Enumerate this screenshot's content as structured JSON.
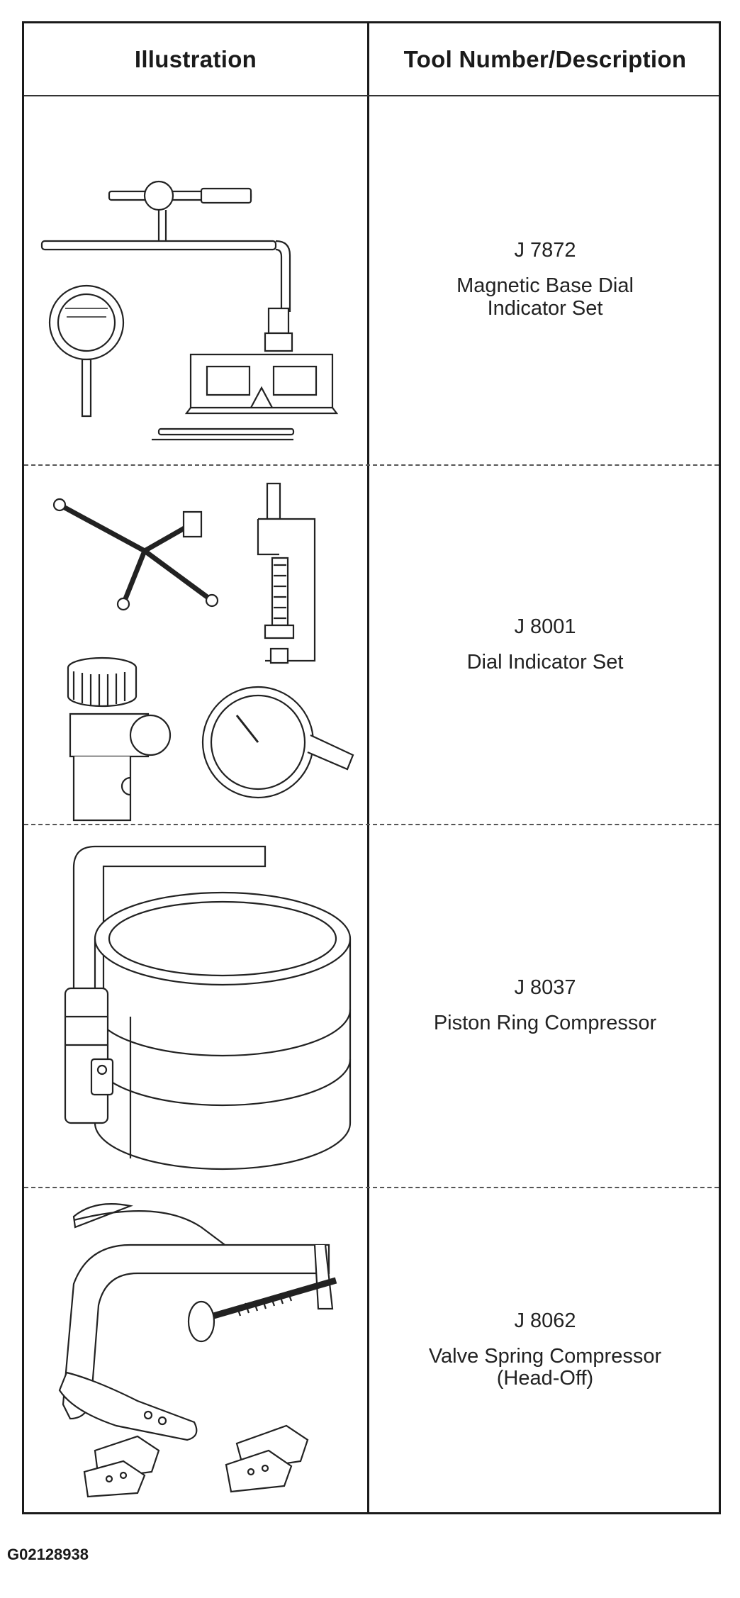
{
  "table": {
    "header": {
      "illustration": "Illustration",
      "description": "Tool Number/Description"
    },
    "rows": [
      {
        "tool_number": "J 7872",
        "description": "Magnetic Base Dial\nIndicator Set",
        "illustration_icon": "magnetic-base-dial-indicator-icon"
      },
      {
        "tool_number": "J 8001",
        "description": "Dial Indicator Set",
        "illustration_icon": "dial-indicator-set-icon"
      },
      {
        "tool_number": "J 8037",
        "description": "Piston Ring Compressor",
        "illustration_icon": "piston-ring-compressor-icon"
      },
      {
        "tool_number": "J 8062",
        "description": "Valve Spring Compressor\n(Head-Off)",
        "illustration_icon": "valve-spring-compressor-icon"
      }
    ]
  },
  "figure_id": "G02128938"
}
